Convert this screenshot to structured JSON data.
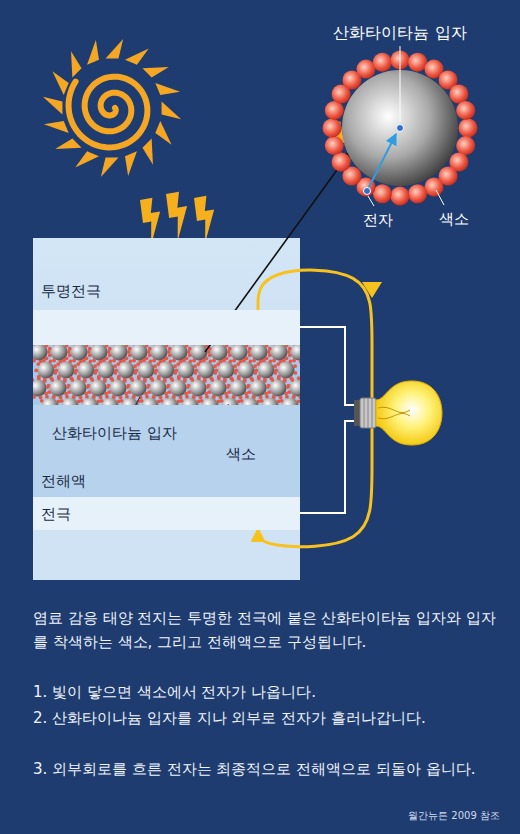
{
  "diagram": {
    "nodes": [
      {
        "text": [
          "투명전극"
        ]
      },
      {
        "text": [
          "전해액"
        ]
      },
      {
        "text": [
          "전극"
        ]
      }
    ],
    "edges": [
      {
        "from": 0,
        "to": 2,
        "arrow": "to"
      }
    ],
    "labels": [
      "산화타이타늄 입자",
      "전자",
      "색소",
      "산화타이타늄 입자",
      "색소",
      "염료 감응 태양 전지는 투명한 전극에 붙은 산화타이타늄 입자와 입자를 착색하는 색소, 그리고 전해액으로 구성됩니다.",
      "1. 빛이 닿으면 색소에서 전자가 나옵니다.",
      "2. 산화타이나늄 입자를 지나 외부로 전자가 흘러나갑니다.",
      "3. 외부회로를 흐른 전자는 최종적으로 전해액으로 되돌아 옵니다.",
      "월간뉴튼 2009 참조"
    ]
  }
}
